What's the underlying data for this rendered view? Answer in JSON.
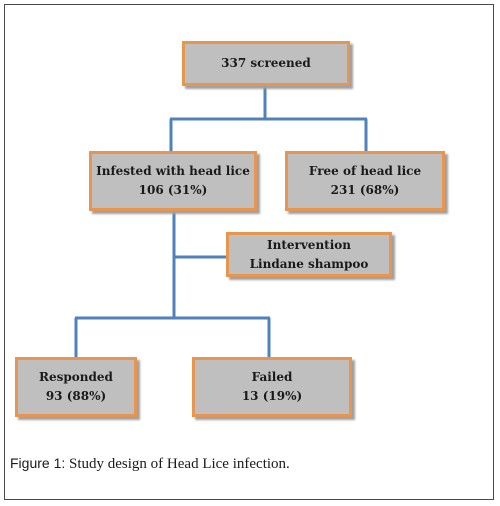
{
  "nodes": {
    "screened": {
      "line1": "337 screened"
    },
    "infested": {
      "line1": "Infested with head lice",
      "line2": "106 (31%)"
    },
    "free": {
      "line1": "Free of head lice",
      "line2": "231 (68%)"
    },
    "intervention": {
      "line1": "Intervention",
      "line2": "Lindane shampoo"
    },
    "responded": {
      "line1": "Responded",
      "line2": "93 (88%)"
    },
    "failed": {
      "line1": "Failed",
      "line2": "13 (19%)"
    }
  },
  "caption": {
    "label": "Figure 1:",
    "text": "Study design of Head Lice infection."
  },
  "colors": {
    "box_fill": "#bfbfbf",
    "box_border": "#e8964f",
    "connector": "#4f81bd"
  }
}
